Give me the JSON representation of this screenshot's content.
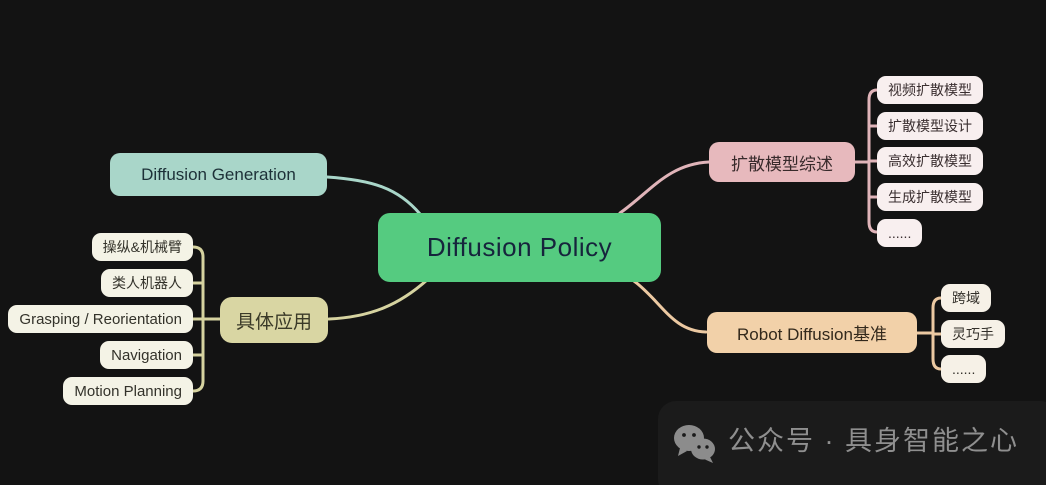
{
  "background": "#131313",
  "center": {
    "label": "Diffusion Policy",
    "fill": "#55cb80",
    "text_color": "#16243c"
  },
  "branches": {
    "generation": {
      "label": "Diffusion Generation",
      "fill": "#a9d6c9",
      "line": "#a9d6c9",
      "children": []
    },
    "overview": {
      "label": "扩散模型综述",
      "fill": "#e7b9bd",
      "line": "#e0b4b9",
      "children": [
        "视频扩散模型",
        "扩散模型设计",
        "高效扩散模型",
        "生成扩散模型",
        "......"
      ]
    },
    "applications": {
      "label": "具体应用",
      "fill": "#d9d6a3",
      "line": "#d6d3a0",
      "children": [
        "操纵&机械臂",
        "类人机器人",
        "Grasping / Reorientation",
        "Navigation",
        "Motion Planning"
      ]
    },
    "benchmark": {
      "label": "Robot Diffusion基准",
      "fill": "#f2d1a9",
      "line": "#ecc9a2",
      "children": [
        "跨域",
        "灵巧手",
        "......"
      ]
    }
  },
  "watermark": {
    "icon": "wechat-logo",
    "text": "公众号 · 具身智能之心"
  }
}
